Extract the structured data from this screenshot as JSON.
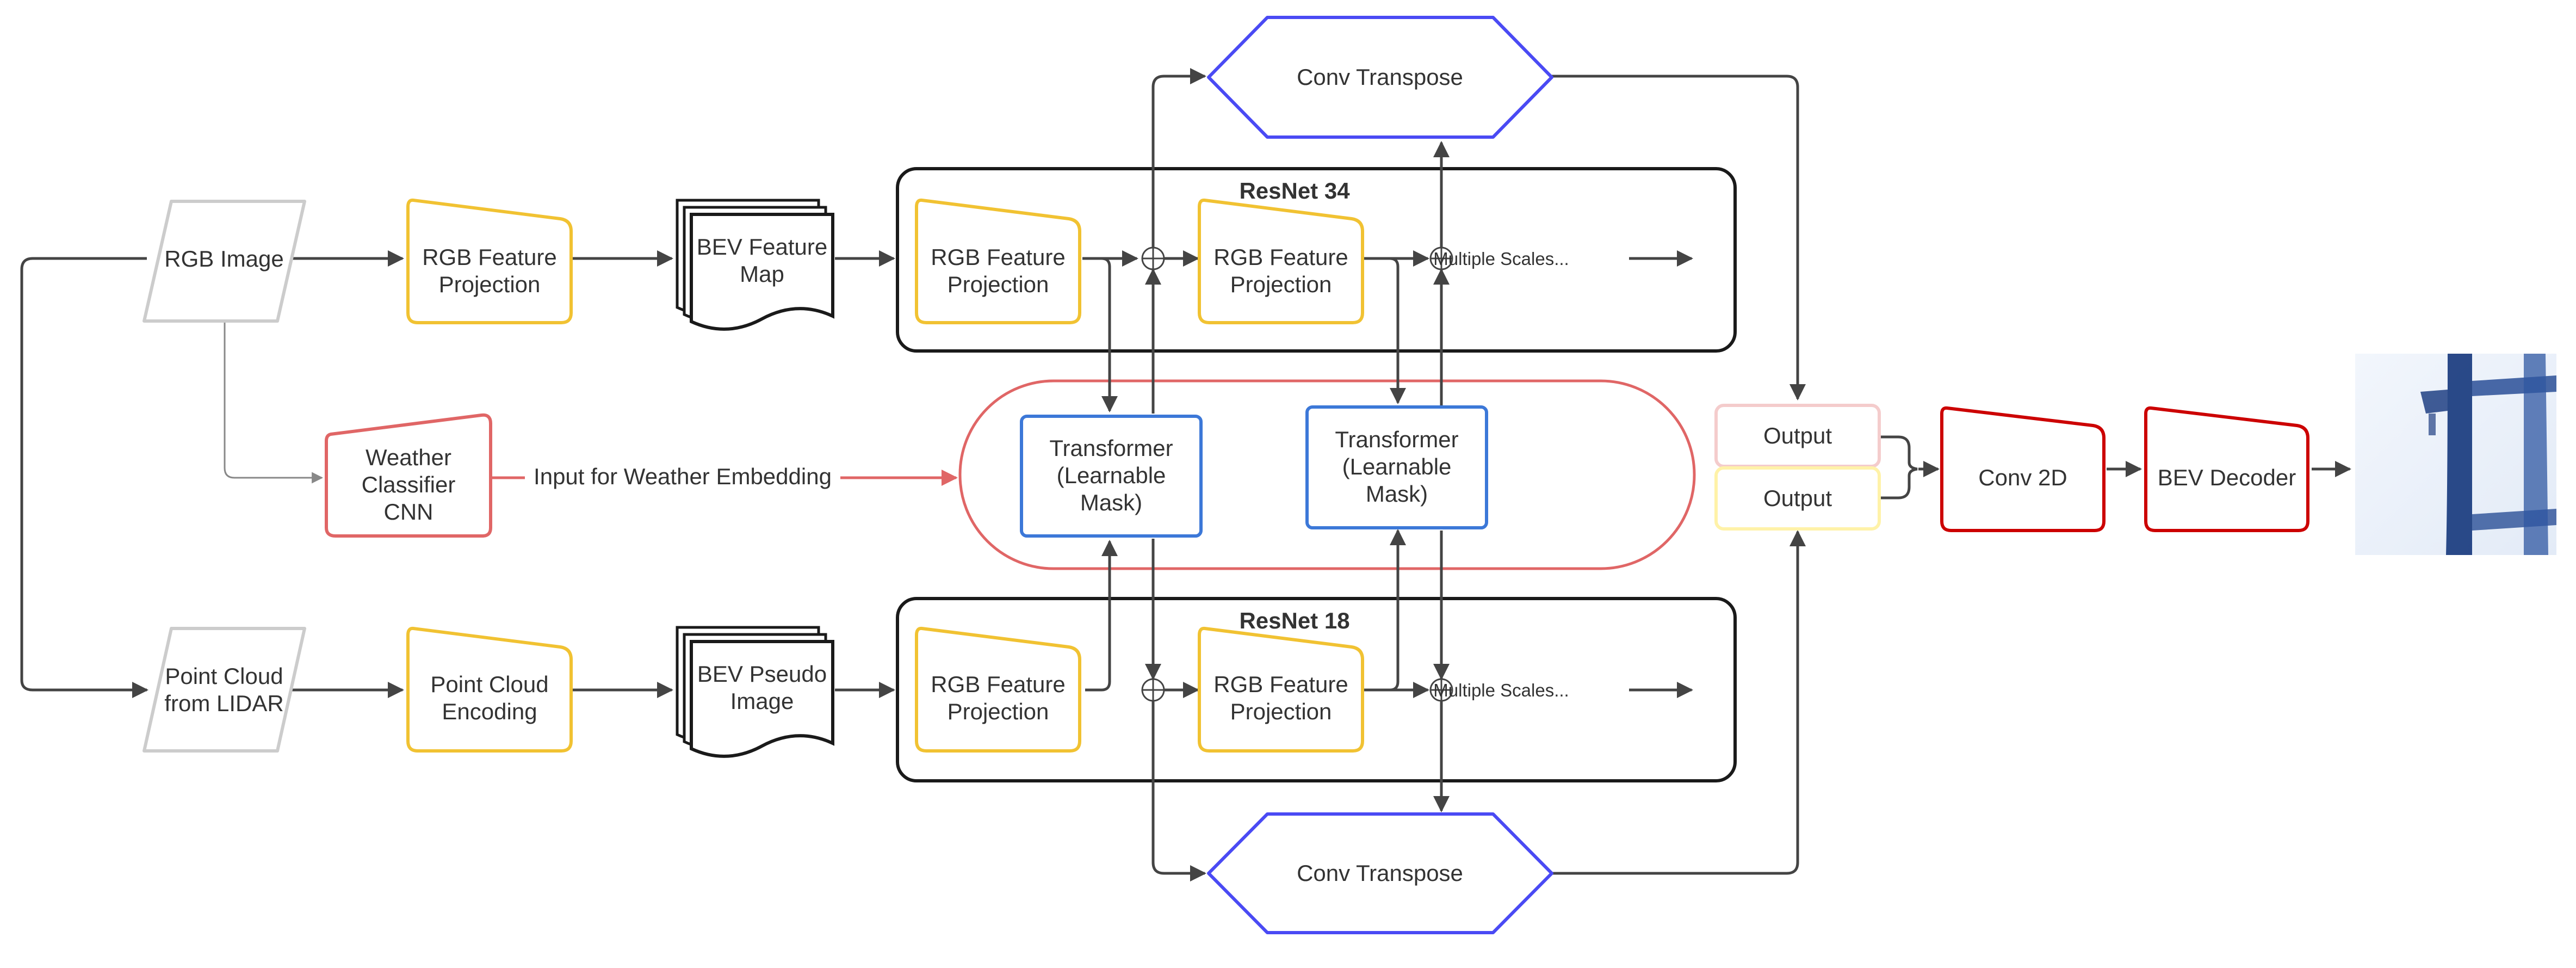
{
  "nodes": {
    "rgb_image": "RGB Image",
    "point_cloud": [
      "Point Cloud",
      "from LIDAR"
    ],
    "rgb_feature_projection": [
      "RGB Feature",
      "Projection"
    ],
    "point_cloud_encoding": [
      "Point Cloud",
      "Encoding"
    ],
    "bev_feature_map": [
      "BEV Feature",
      "Map"
    ],
    "bev_pseudo_image": [
      "BEV Pseudo",
      "Image"
    ],
    "weather_classifier": [
      "Weather",
      "Classifier",
      "CNN"
    ],
    "weather_edge_label": "Input for Weather Embedding",
    "resnet34": "ResNet 34",
    "resnet18": "ResNet 18",
    "block_rgb_feature_projection": [
      "RGB Feature",
      "Projection"
    ],
    "transformer": [
      "Transformer",
      "(Learnable",
      "Mask)"
    ],
    "multiple_scales": "Multiple Scales...",
    "conv_transpose": "Conv Transpose",
    "output": "Output",
    "conv2d": "Conv 2D",
    "bev_decoder": "BEV Decoder"
  },
  "colors": {
    "yellow": "#f1c232",
    "gray": "#cccccc",
    "red": "#e06666",
    "dark_red": "#cc0000",
    "blue": "#3c78d8",
    "violet": "#4a4af4",
    "pink": "#f4cccc",
    "light_yellow": "#fff2a8",
    "black": "#1a1a1a",
    "bev_blue": "#1f3f82"
  }
}
